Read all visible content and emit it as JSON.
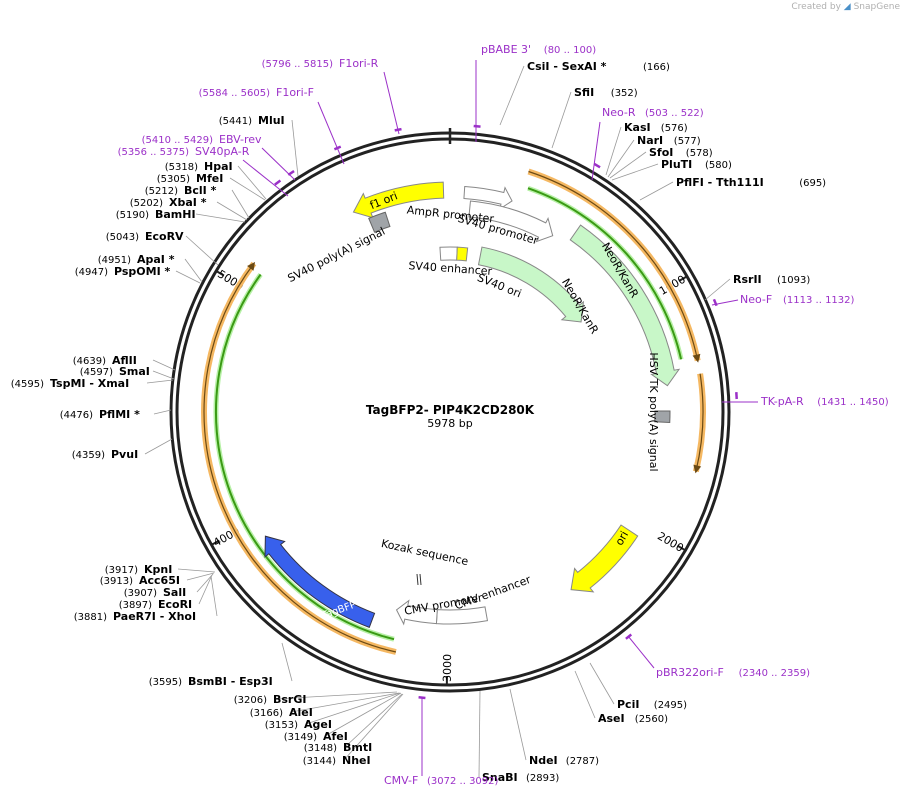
{
  "credit": {
    "prefix": "Created by",
    "brand": "SnapGene"
  },
  "plasmid": {
    "name": "TagBFP2- PIP4K2CD280K",
    "length_label": "5978 bp"
  },
  "ticks": [
    "1000",
    "2000",
    "3000",
    "4000",
    "5000"
  ],
  "colors": {
    "primer": "#9b30c8",
    "orf_orange": "#f5b862",
    "orf_green": "#3a9a14",
    "neo": "#c8f7c8",
    "yellow": "#ffff00",
    "tagbfp": "#3860ec",
    "polyA": "#a0a4a8",
    "promoter": "#ffffff"
  },
  "features": [
    {
      "label": "f1 ori"
    },
    {
      "label": "AmpR promoter"
    },
    {
      "label": "SV40 promoter"
    },
    {
      "label": "SV40 enhancer"
    },
    {
      "label": "SV40 ori"
    },
    {
      "label": "SV40 poly(A) signal"
    },
    {
      "label": "NeoR/KanR"
    },
    {
      "label": "NeoR/KanR"
    },
    {
      "label": "HSV TK poly(A) signal"
    },
    {
      "label": "ori"
    },
    {
      "label": "CMV enhancer"
    },
    {
      "label": "CMV promoter"
    },
    {
      "label": "Kozak sequence"
    },
    {
      "label": "TagBFP"
    }
  ],
  "sites": [
    {
      "name": "CsiI  - SexAI *",
      "pos": "(166)"
    },
    {
      "name": "SfiI",
      "pos": "(352)"
    },
    {
      "name": "KasI",
      "pos": "(576)"
    },
    {
      "name": "NarI",
      "pos": "(577)"
    },
    {
      "name": "SfoI",
      "pos": "(578)"
    },
    {
      "name": "PluTI",
      "pos": "(580)"
    },
    {
      "name": "PflFI  - Tth111I",
      "pos": "(695)"
    },
    {
      "name": "RsrII",
      "pos": "(1093)"
    },
    {
      "name": "PciI",
      "pos": "(2495)"
    },
    {
      "name": "AseI",
      "pos": "(2560)"
    },
    {
      "name": "NdeI",
      "pos": "(2787)"
    },
    {
      "name": "SnaBI",
      "pos": "(2893)"
    },
    {
      "name": "NheI",
      "pos": "(3144)"
    },
    {
      "name": "BmtI",
      "pos": "(3148)"
    },
    {
      "name": "AfeI",
      "pos": "(3149)"
    },
    {
      "name": "AgeI",
      "pos": "(3153)"
    },
    {
      "name": "AleI",
      "pos": "(3166)"
    },
    {
      "name": "BsrGI",
      "pos": "(3206)"
    },
    {
      "name": "BsmBI  - Esp3I",
      "pos": "(3595)"
    },
    {
      "name": "PaeR7I  - XhoI",
      "pos": "(3881)"
    },
    {
      "name": "EcoRI",
      "pos": "(3897)"
    },
    {
      "name": "SalI",
      "pos": "(3907)"
    },
    {
      "name": "Acc65I",
      "pos": "(3913)"
    },
    {
      "name": "KpnI",
      "pos": "(3917)"
    },
    {
      "name": "PvuI",
      "pos": "(4359)"
    },
    {
      "name": "PflMI *",
      "pos": "(4476)"
    },
    {
      "name": "TspMI  - XmaI",
      "pos": "(4595)"
    },
    {
      "name": "SmaI",
      "pos": "(4597)"
    },
    {
      "name": "AflII",
      "pos": "(4639)"
    },
    {
      "name": "PspOMI *",
      "pos": "(4947)"
    },
    {
      "name": "ApaI *",
      "pos": "(4951)"
    },
    {
      "name": "EcoRV",
      "pos": "(5043)"
    },
    {
      "name": "BamHI",
      "pos": "(5190)"
    },
    {
      "name": "XbaI *",
      "pos": "(5202)"
    },
    {
      "name": "BclI *",
      "pos": "(5212)"
    },
    {
      "name": "MfeI",
      "pos": "(5305)"
    },
    {
      "name": "HpaI",
      "pos": "(5318)"
    },
    {
      "name": "MluI",
      "pos": "(5441)"
    }
  ],
  "primers": [
    {
      "name": "pBABE 3'",
      "pos": "(80 .. 100)"
    },
    {
      "name": "Neo-R",
      "pos": "(503 .. 522)"
    },
    {
      "name": "Neo-F",
      "pos": "(1113 .. 1132)"
    },
    {
      "name": "TK-pA-R",
      "pos": "(1431 .. 1450)"
    },
    {
      "name": "pBR322ori-F",
      "pos": "(2340 .. 2359)"
    },
    {
      "name": "CMV-F",
      "pos": "(3072 .. 3092)"
    },
    {
      "name": "SV40pA-R",
      "pos": "(5356 .. 5375)"
    },
    {
      "name": "EBV-rev",
      "pos": "(5410 .. 5429)"
    },
    {
      "name": "F1ori-F",
      "pos": "(5584 .. 5605)"
    },
    {
      "name": "F1ori-R",
      "pos": "(5796 .. 5815)"
    }
  ]
}
